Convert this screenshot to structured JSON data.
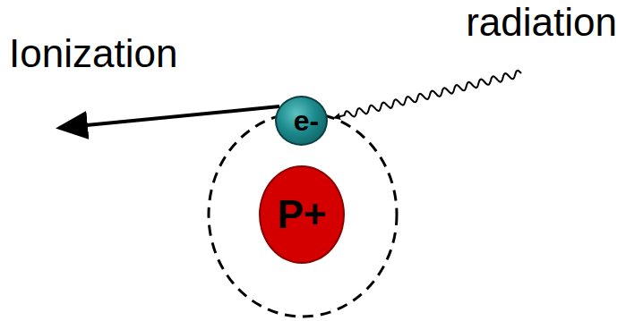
{
  "diagram": {
    "nodes": [
      {
        "text": [
          "e-"
        ]
      },
      {
        "text": [
          "P+"
        ]
      }
    ],
    "labels": [
      "Ionization",
      "radiation"
    ]
  }
}
